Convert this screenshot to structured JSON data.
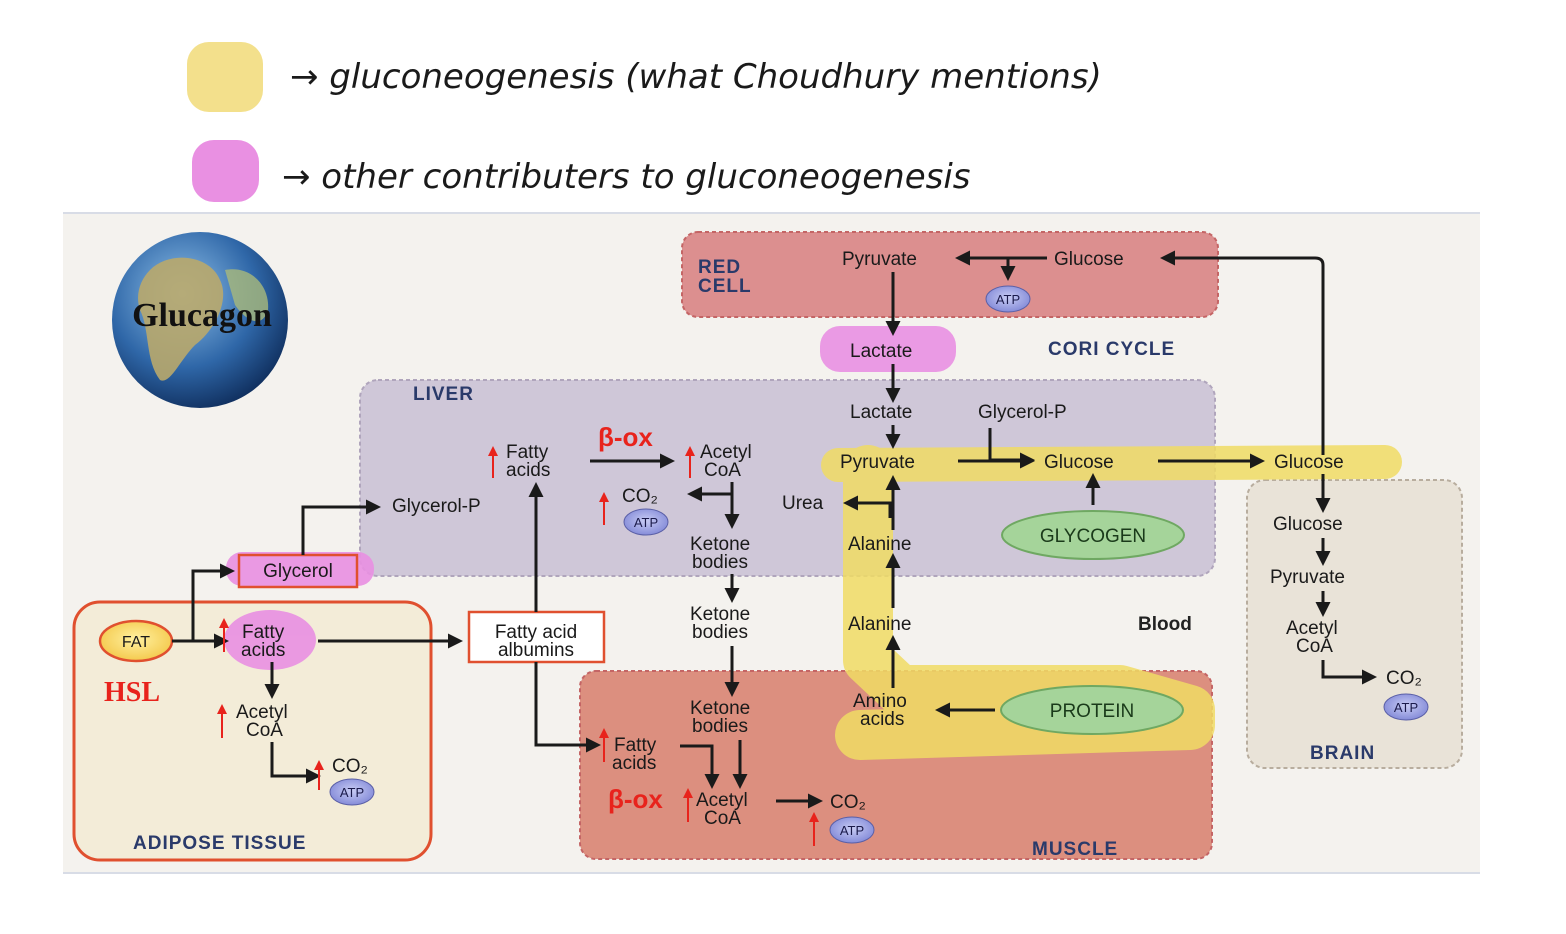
{
  "legend": {
    "yellow_text": "→ gluconeogenesis  (what Choudhury mentions)",
    "pink_text": "→ other contributers to gluconeogenesis",
    "yellow_color": "#f3e08c",
    "pink_color": "#e990e2"
  },
  "globe_label": "Glucagon",
  "regions": {
    "red_cell": "RED\nCELL",
    "red_cell_l1": "RED",
    "red_cell_l2": "CELL",
    "cori": "CORI CYCLE",
    "liver": "LIVER",
    "adipose": "ADIPOSE TISSUE",
    "muscle": "MUSCLE",
    "brain": "BRAIN",
    "blood": "Blood"
  },
  "nodes": {
    "rc_pyruvate": "Pyruvate",
    "rc_glucose": "Glucose",
    "atp": "ATP",
    "lactate_blood": "Lactate",
    "lv_lactate": "Lactate",
    "lv_glycerol_p_top": "Glycerol-P",
    "lv_fatty": "Fatty",
    "lv_acids": "acids",
    "beta_ox": "β-ox",
    "lv_acetyl": "Acetyl",
    "lv_coa": "CoA",
    "lv_pyruvate": "Pyruvate",
    "lv_glucose": "Glucose",
    "bl_glucose": "Glucose",
    "co2": "CO₂",
    "urea": "Urea",
    "glycerol_p": "Glycerol-P",
    "ketone": "Ketone",
    "bodies": "bodies",
    "alanine": "Alanine",
    "glycogen": "GLYCOGEN",
    "glycerol": "Glycerol",
    "fat": "FAT",
    "fatty": "Fatty",
    "acids": "acids",
    "fatty_acid": "Fatty acid",
    "albumins": "albumins",
    "hsl": "HSL",
    "acetyl": "Acetyl",
    "coa": "CoA",
    "amino": "Amino",
    "protein": "PROTEIN",
    "br_glucose": "Glucose",
    "br_pyruvate": "Pyruvate"
  }
}
